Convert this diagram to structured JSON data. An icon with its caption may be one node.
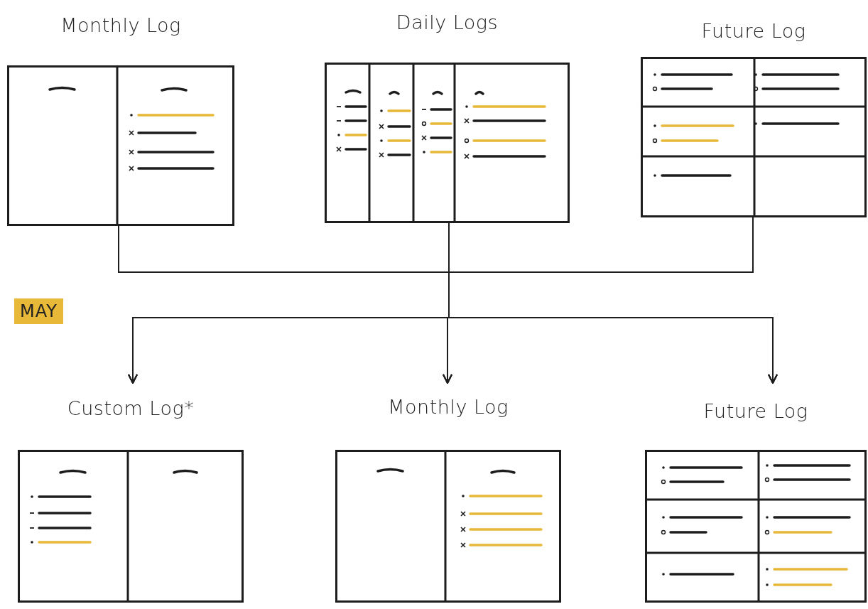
{
  "diagram": {
    "nodes": [
      {
        "text": [
          "Monthly Log"
        ]
      },
      {
        "text": [
          "Daily Logs"
        ]
      },
      {
        "text": [
          "Future Log"
        ]
      },
      {
        "text": [
          "Custom Log*"
        ]
      },
      {
        "text": [
          "Monthly Log"
        ]
      },
      {
        "text": [
          "Future Log"
        ]
      }
    ],
    "edges": [
      {
        "from": 0,
        "to": 3,
        "arrow": "to"
      },
      {
        "from": 0,
        "to": 4,
        "arrow": "to"
      },
      {
        "from": 0,
        "to": 5,
        "arrow": "to"
      },
      {
        "from": 1,
        "to": 3,
        "arrow": "to"
      },
      {
        "from": 1,
        "to": 4,
        "arrow": "to"
      },
      {
        "from": 1,
        "to": 5,
        "arrow": "to"
      },
      {
        "from": 2,
        "to": 3,
        "arrow": "to"
      },
      {
        "from": 2,
        "to": 4,
        "arrow": "to"
      },
      {
        "from": 2,
        "to": 5,
        "arrow": "to"
      }
    ],
    "labels": [
      "MAY"
    ]
  }
}
